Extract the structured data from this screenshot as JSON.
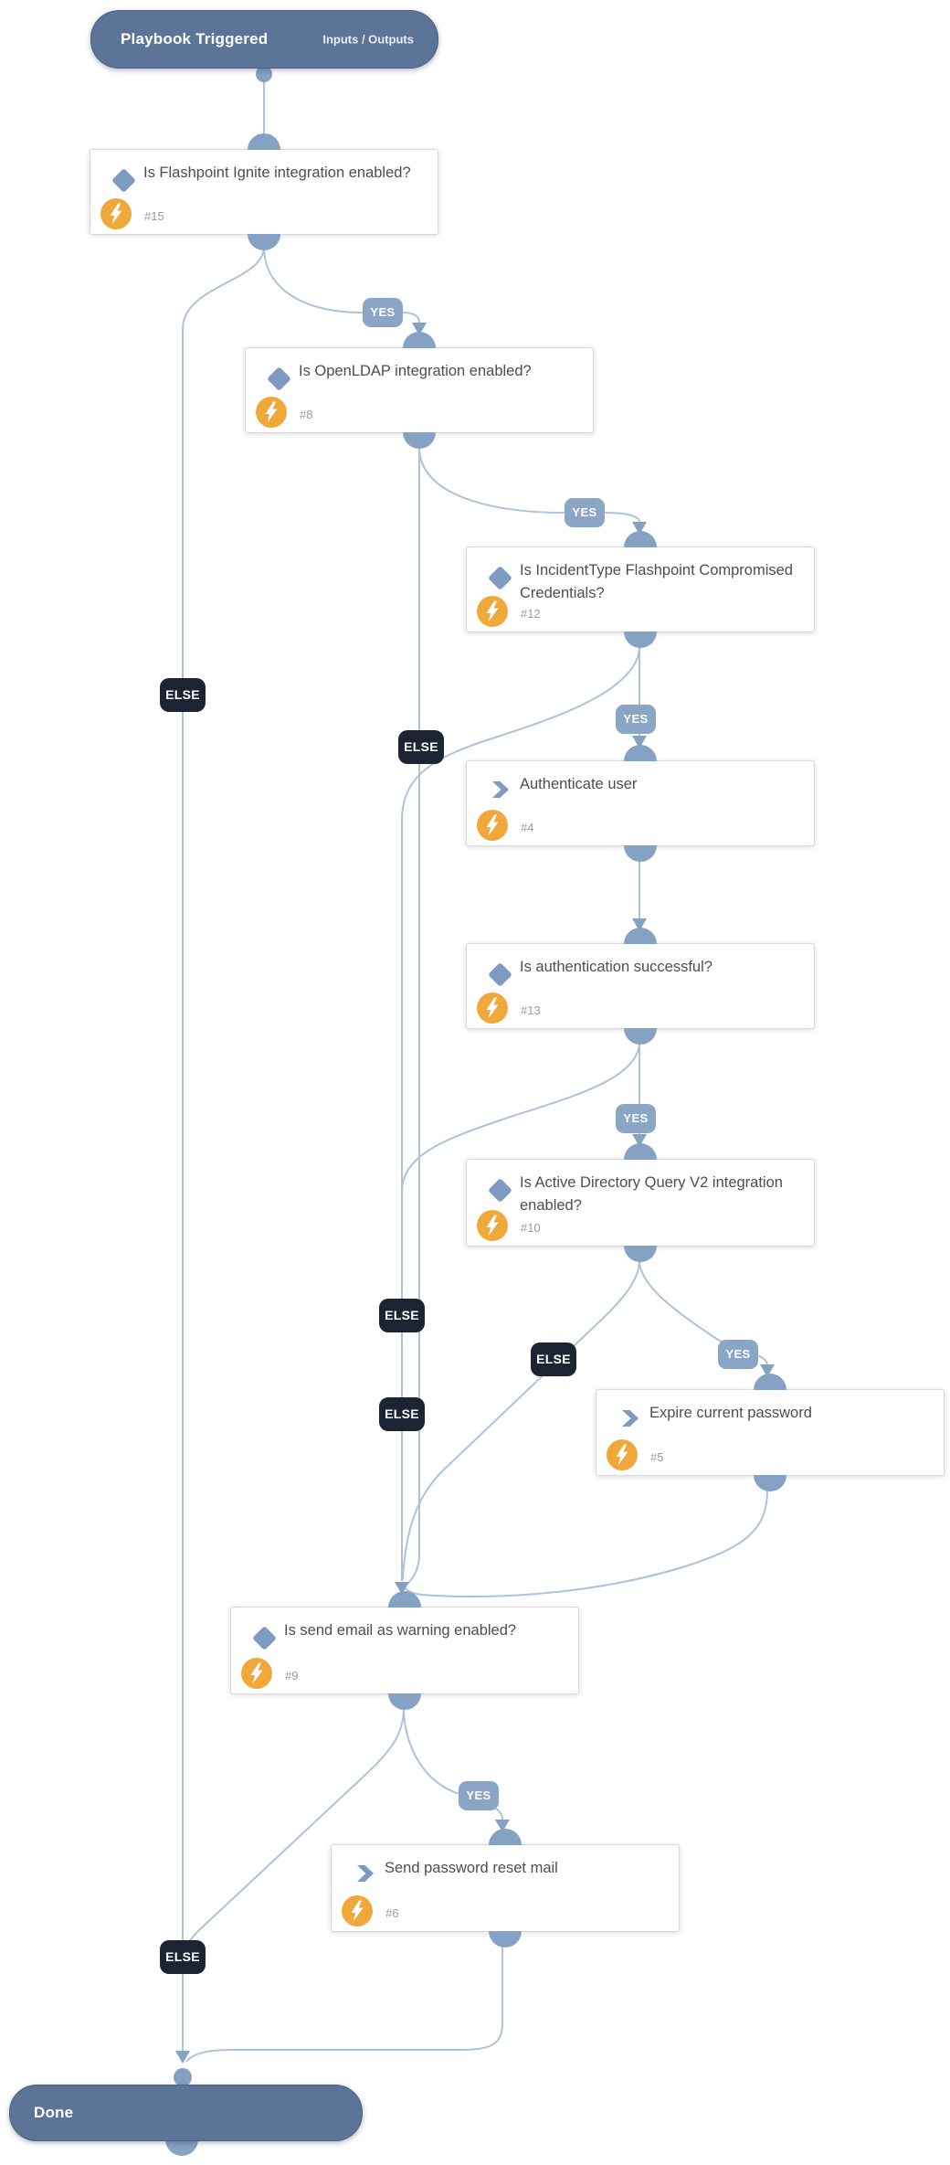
{
  "header": {
    "title": "Playbook Triggered",
    "io_link": "Inputs / Outputs"
  },
  "terminal": {
    "label": "Done"
  },
  "branch_labels": {
    "yes": "YES",
    "else": "ELSE"
  },
  "nodes": [
    {
      "type": "condition",
      "title": "Is Flashpoint Ignite integration enabled?",
      "id": "#15"
    },
    {
      "type": "condition",
      "title": "Is OpenLDAP integration enabled?",
      "id": "#8"
    },
    {
      "type": "condition",
      "title": "Is IncidentType Flashpoint Compromised Credentials?",
      "id": "#12"
    },
    {
      "type": "action",
      "title": "Authenticate user",
      "id": "#4"
    },
    {
      "type": "condition",
      "title": "Is authentication successful?",
      "id": "#13"
    },
    {
      "type": "condition",
      "title": "Is Active Directory Query V2 integration enabled?",
      "id": "#10"
    },
    {
      "type": "action",
      "title": "Expire current password",
      "id": "#5"
    },
    {
      "type": "condition",
      "title": "Is send email as warning enabled?",
      "id": "#9"
    },
    {
      "type": "action",
      "title": "Send password reset mail",
      "id": "#6"
    }
  ],
  "icons": {
    "condition": "diamond-icon",
    "action": "chevron-right-icon",
    "automation": "lightning-bolt-icon"
  },
  "colors": {
    "terminal_pill": "#5b7498",
    "connector_line": "#adc2db",
    "connector_accent": "#85a1c3",
    "yes_badge": "#8aa5c5",
    "else_badge": "#1c2433",
    "task_icon_blue": "#7d9ac1",
    "automation_orange": "#f1a83a",
    "title_text": "#4e4e4e",
    "id_text": "#9b9b9b"
  }
}
